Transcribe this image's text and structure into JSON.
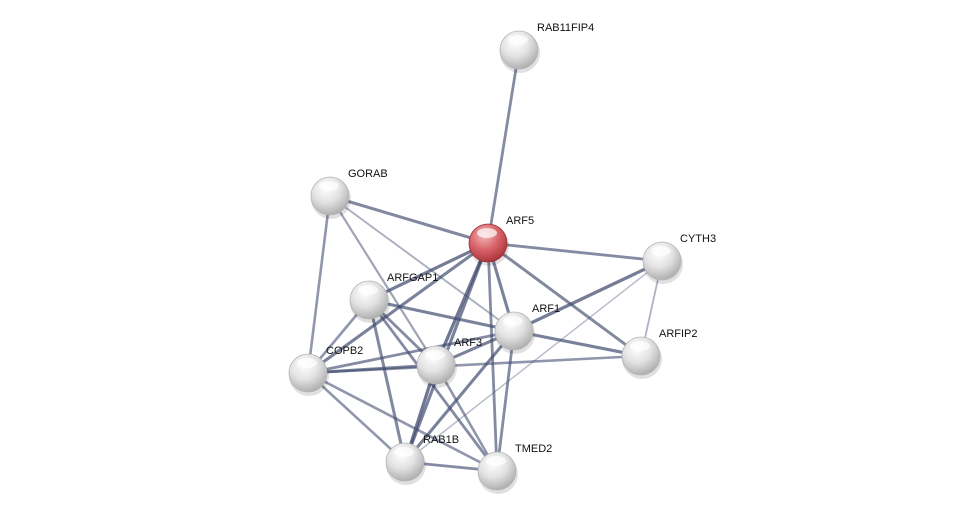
{
  "network": {
    "colors": {
      "query_node": "#d0555a",
      "node": "#d8d8d8",
      "edge": "#3f4a6e"
    },
    "nodes": [
      {
        "id": "RAB11FIP4",
        "label": "RAB11FIP4",
        "query": false
      },
      {
        "id": "GORAB",
        "label": "GORAB",
        "query": false
      },
      {
        "id": "ARF5",
        "label": "ARF5",
        "query": true
      },
      {
        "id": "CYTH3",
        "label": "CYTH3",
        "query": false
      },
      {
        "id": "ARFGAP1",
        "label": "ARFGAP1",
        "query": false
      },
      {
        "id": "ARF1",
        "label": "ARF1",
        "query": false
      },
      {
        "id": "ARFIP2",
        "label": "ARFIP2",
        "query": false
      },
      {
        "id": "COPB2",
        "label": "COPB2",
        "query": false
      },
      {
        "id": "ARF3",
        "label": "ARF3",
        "query": false
      },
      {
        "id": "RAB1B",
        "label": "RAB1B",
        "query": false
      },
      {
        "id": "TMED2",
        "label": "TMED2",
        "query": false
      }
    ],
    "edges": [
      [
        "ARF5",
        "RAB11FIP4",
        0.7
      ],
      [
        "ARF5",
        "GORAB",
        0.75
      ],
      [
        "ARF5",
        "CYTH3",
        0.7
      ],
      [
        "ARF5",
        "ARFIP2",
        0.75
      ],
      [
        "ARF5",
        "ARF1",
        0.8
      ],
      [
        "ARF5",
        "ARF3",
        0.9
      ],
      [
        "ARF5",
        "TMED2",
        0.7
      ],
      [
        "ARF5",
        "RAB1B",
        0.8
      ],
      [
        "ARF5",
        "COPB2",
        0.8
      ],
      [
        "ARF5",
        "ARFGAP1",
        0.85
      ],
      [
        "GORAB",
        "COPB2",
        0.6
      ],
      [
        "GORAB",
        "ARF1",
        0.35
      ],
      [
        "GORAB",
        "ARF3",
        0.45
      ],
      [
        "ARFGAP1",
        "ARF1",
        0.8
      ],
      [
        "ARFGAP1",
        "COPB2",
        0.6
      ],
      [
        "ARFGAP1",
        "RAB1B",
        0.75
      ],
      [
        "ARFGAP1",
        "ARF3",
        0.7
      ],
      [
        "ARFGAP1",
        "TMED2",
        0.7
      ],
      [
        "CYTH3",
        "ARF1",
        0.85
      ],
      [
        "CYTH3",
        "ARFIP2",
        0.3
      ],
      [
        "CYTH3",
        "RAB1B",
        0.2
      ],
      [
        "ARF1",
        "ARFIP2",
        0.8
      ],
      [
        "ARF1",
        "ARF3",
        0.8
      ],
      [
        "ARF1",
        "RAB1B",
        0.8
      ],
      [
        "ARF1",
        "TMED2",
        0.7
      ],
      [
        "ARF1",
        "COPB2",
        0.7
      ],
      [
        "COPB2",
        "ARFIP2",
        0.6
      ],
      [
        "COPB2",
        "ARF3",
        0.75
      ],
      [
        "COPB2",
        "RAB1B",
        0.6
      ],
      [
        "COPB2",
        "TMED2",
        0.6
      ],
      [
        "ARF3",
        "RAB1B",
        0.9
      ],
      [
        "ARF3",
        "TMED2",
        0.6
      ],
      [
        "RAB1B",
        "TMED2",
        0.7
      ]
    ]
  }
}
